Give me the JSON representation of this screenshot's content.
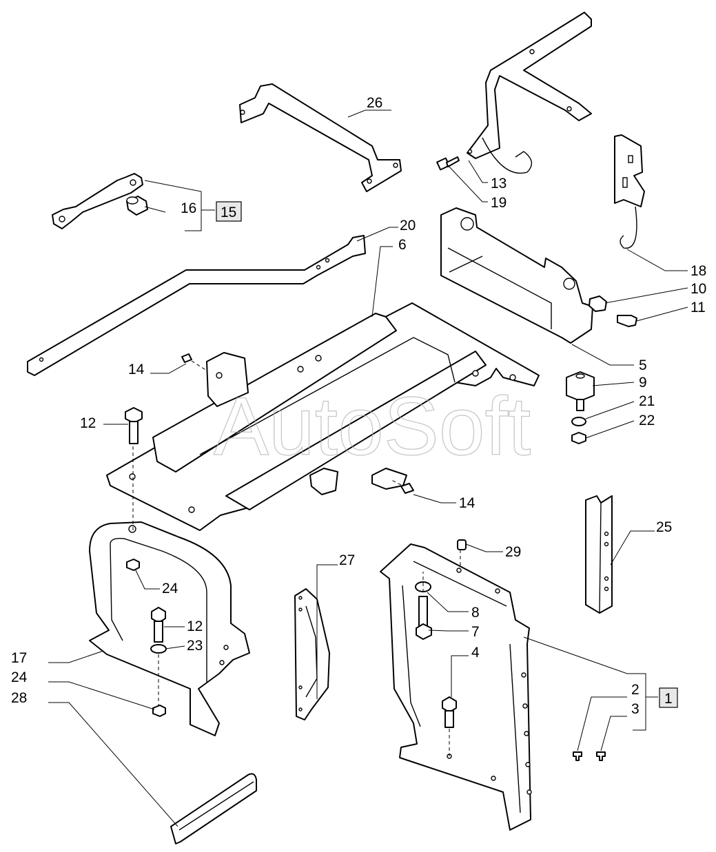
{
  "watermark": "AutoSoft",
  "callouts": {
    "c1": "1",
    "c2": "2",
    "c3": "3",
    "c4": "4",
    "c5": "5",
    "c6": "6",
    "c7": "7",
    "c8": "8",
    "c9": "9",
    "c10": "10",
    "c11": "11",
    "c12a": "12",
    "c12b": "12",
    "c13": "13",
    "c14a": "14",
    "c14b": "14",
    "c15": "15",
    "c16": "16",
    "c17": "17",
    "c18": "18",
    "c19": "19",
    "c20": "20",
    "c21": "21",
    "c22": "22",
    "c23": "23",
    "c24a": "24",
    "c24b": "24",
    "c25": "25",
    "c26": "26",
    "c27": "27",
    "c28": "28",
    "c29": "29"
  },
  "colors": {
    "line": "#000000",
    "box_fill": "#e8e8e8",
    "watermark": "#b0b0b0"
  }
}
